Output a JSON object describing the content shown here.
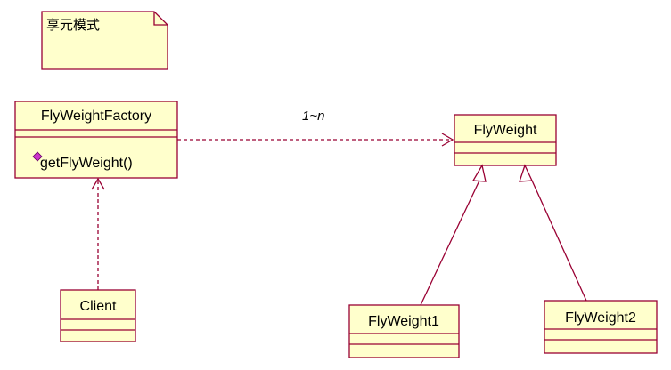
{
  "note": {
    "text": "享元模式"
  },
  "classes": {
    "factory": {
      "name": "FlyWeightFactory",
      "method": "getFlyWeight()"
    },
    "flyweight": {
      "name": "FlyWeight"
    },
    "client": {
      "name": "Client"
    },
    "flyweight1": {
      "name": "FlyWeight1"
    },
    "flyweight2": {
      "name": "FlyWeight2"
    }
  },
  "relations": {
    "factory_to_flyweight": {
      "multiplicity": "1~n"
    }
  },
  "colors": {
    "class_fill": "#FFFFCC",
    "border": "#990033",
    "method_icon": "#CC33CC"
  }
}
